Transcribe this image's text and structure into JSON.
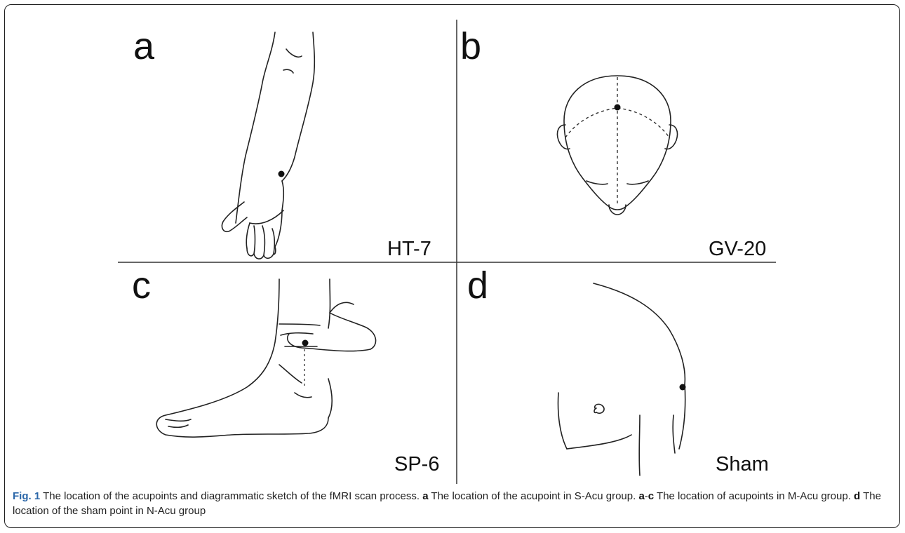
{
  "panels": {
    "a": {
      "letter": "a",
      "point": "HT-7"
    },
    "b": {
      "letter": "b",
      "point": "GV-20"
    },
    "c": {
      "letter": "c",
      "point": "SP-6"
    },
    "d": {
      "letter": "d",
      "point": "Sham"
    }
  },
  "caption": {
    "fig_label": "Fig. 1",
    "intro": " The location of the acupoints and diagrammatic sketch of the fMRI scan process. ",
    "ref_a": "a",
    "text_a": " The location of the acupoint in S-Acu group. ",
    "ref_ac_start": "a",
    "ref_ac_dash": "-",
    "ref_ac_end": "c",
    "text_ac": " The location of acupoints in M-Acu group. ",
    "ref_d": "d",
    "text_d": " The location of the sham point in N-Acu group"
  }
}
